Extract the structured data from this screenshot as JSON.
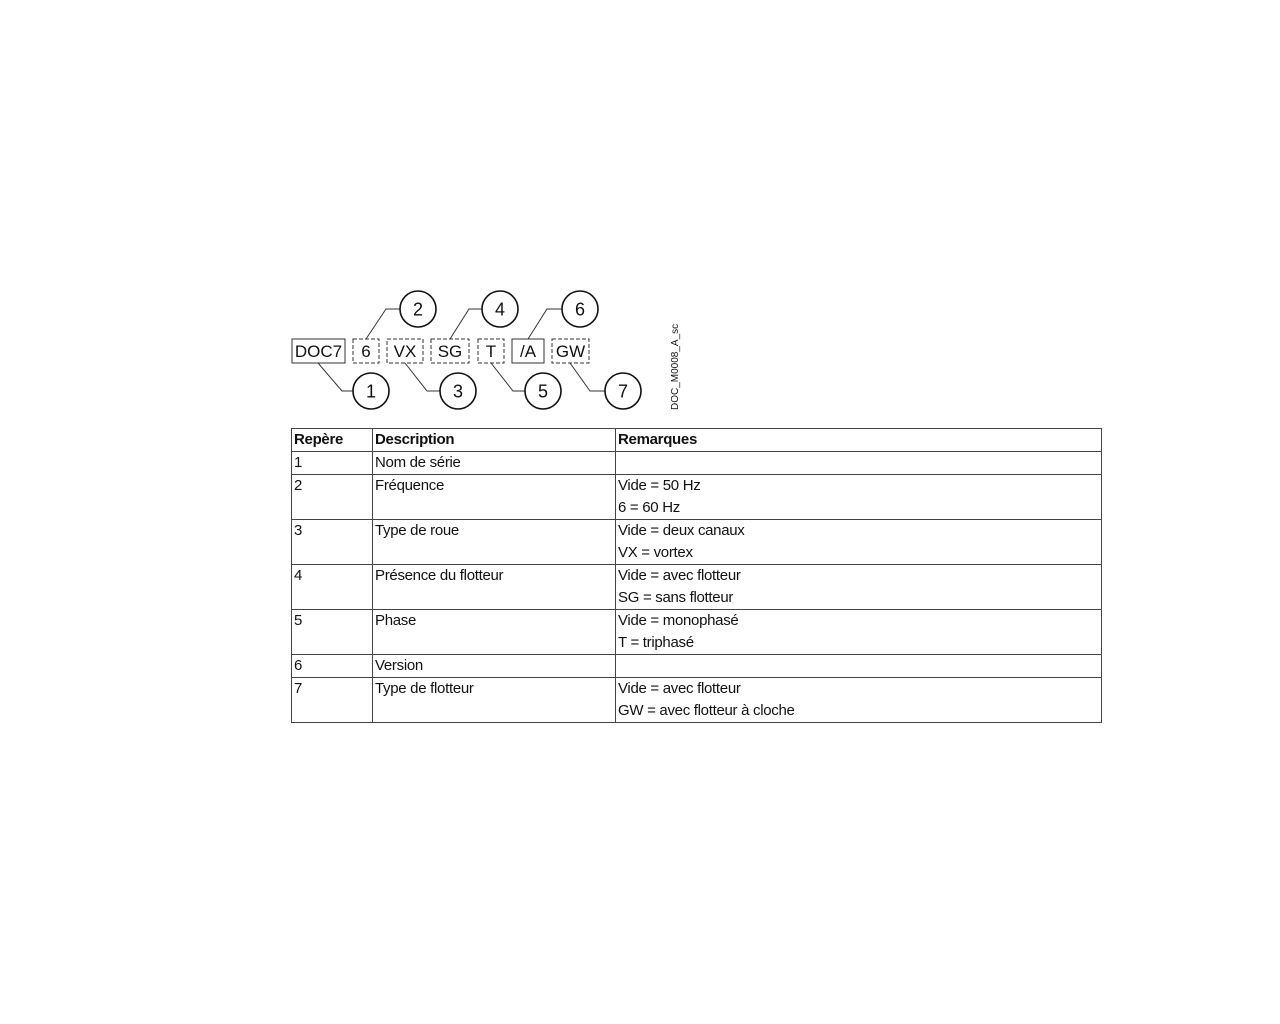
{
  "diagram": {
    "reference_label": "DOC_M0008_A_sc",
    "code_boxes": [
      {
        "text": "DOC7",
        "style": "solid"
      },
      {
        "text": "6",
        "style": "dashed"
      },
      {
        "text": "VX",
        "style": "dashed"
      },
      {
        "text": "SG",
        "style": "dashed"
      },
      {
        "text": "T",
        "style": "dashed"
      },
      {
        "text": "/A",
        "style": "solid"
      },
      {
        "text": "GW",
        "style": "dashed"
      }
    ],
    "callouts": [
      "1",
      "2",
      "3",
      "4",
      "5",
      "6",
      "7"
    ]
  },
  "table": {
    "headers": [
      "Repère",
      "Description",
      "Remarques"
    ],
    "rows": [
      {
        "rep": "1",
        "desc": "Nom de série",
        "rem1": "",
        "rem2": ""
      },
      {
        "rep": "2",
        "desc": "Fréquence",
        "rem1": "Vide = 50 Hz",
        "rem2": "6 = 60 Hz"
      },
      {
        "rep": "3",
        "desc": "Type de roue",
        "rem1": "Vide = deux canaux",
        "rem2": "VX = vortex"
      },
      {
        "rep": "4",
        "desc": "Présence du flotteur",
        "rem1": "Vide = avec flotteur",
        "rem2": "SG = sans flotteur"
      },
      {
        "rep": "5",
        "desc": "Phase",
        "rem1": "Vide = monophasé",
        "rem2": "T = triphasé"
      },
      {
        "rep": "6",
        "desc": "Version",
        "rem1": "",
        "rem2": ""
      },
      {
        "rep": "7",
        "desc": "Type de flotteur",
        "rem1": "Vide = avec flotteur",
        "rem2": "GW = avec flotteur à cloche"
      }
    ]
  }
}
